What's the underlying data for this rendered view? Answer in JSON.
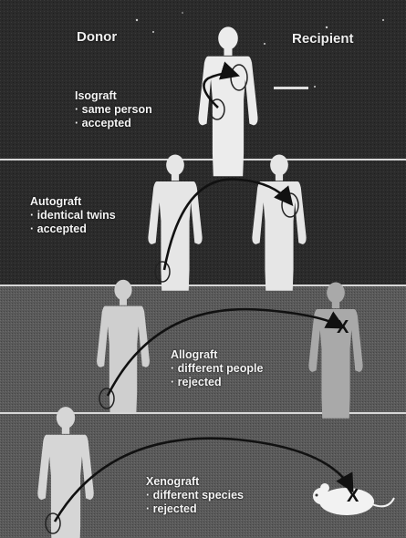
{
  "header": {
    "donor": "Donor",
    "recipient": "Recipient"
  },
  "panels": [
    {
      "title": "Isograft",
      "line1": "· same person",
      "line2": "· accepted"
    },
    {
      "title": "Autograft",
      "line1": "· identical twins",
      "line2": "· accepted"
    },
    {
      "title": "Allograft",
      "line1": "· different people",
      "line2": "· rejected"
    },
    {
      "title": "Xenograft",
      "line1": "· different species",
      "line2": "· rejected"
    }
  ],
  "marks": {
    "reject_mark": "X"
  },
  "colors": {
    "panel_dark": "#242424",
    "figure_light": "#e9e9e9",
    "arrow": "#111111"
  }
}
